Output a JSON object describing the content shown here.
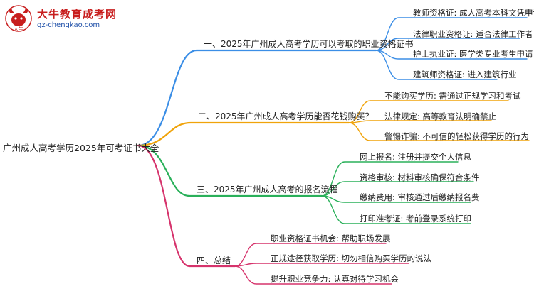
{
  "logo": {
    "title": "大牛教育成考网",
    "url_text": "gz-chengkao.com",
    "icon_text": "大牛"
  },
  "root": {
    "label": "广州成人高考学历2025年可考证书大全"
  },
  "branches": [
    {
      "label": "一、2025年广州成人高考学历可以考取的职业资格证书",
      "color": "#3b8ee6",
      "children": [
        "教师资格证: 成人高考本科文凭申请",
        "法律职业资格证: 适合法律工作者",
        "护士执业证: 医学类专业考生申请",
        "建筑师资格证: 进入建筑行业"
      ]
    },
    {
      "label": "二、2025年广州成人高考学历能否花钱购买？",
      "color": "#f0a30a",
      "children": [
        "不能购买学历: 需通过正规学习和考试",
        "法律规定: 高等教育法明确禁止",
        "警惕诈骗: 不可信的轻松获得学历的行为"
      ]
    },
    {
      "label": "三、2025年广州成人高考的报名流程",
      "color": "#2ab05a",
      "children": [
        "网上报名: 注册并提交个人信息",
        "资格审核: 材料审核确保符合条件",
        "缴纳费用: 审核通过后缴纳报名费",
        "打印准考证: 考前登录系统打印"
      ]
    },
    {
      "label": "四、总结",
      "color": "#d6336c",
      "children": [
        "职业资格证书机会: 帮助职场发展",
        "正规途径获取学历: 切勿相信购买学历的说法",
        "提升职业竞争力: 认真对待学习机会"
      ]
    }
  ]
}
